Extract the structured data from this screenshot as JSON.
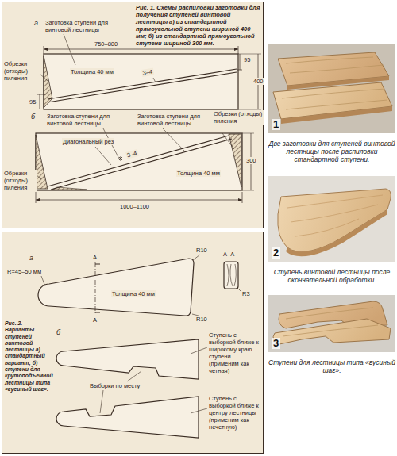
{
  "diagram": {
    "nodes": [
      {
        "text": [
          "Рис. 1. Схемы распиловки заготовки для получения ступеней винтовой лестницы а) из стандартной прямоугольной ступени шириной 400 мм; б) из стандартной прямоугольной ступени шириной 300 мм."
        ]
      },
      {
        "text": [
          "Рис. 2. Варианты ступеней винтовой лестницы а) стандартный вариант; б) ступени для крутоподъемной лестницы типа «гусиный шаг»."
        ]
      },
      {
        "text": [
          "1",
          "Две заготовки для ступеней винтовой лестницы после распиловки стандартной ступени."
        ]
      },
      {
        "text": [
          "2",
          "Ступень винтовой лестницы после окончательной обработки."
        ]
      },
      {
        "text": [
          "3",
          "Ступени для лестницы типа «гусиный шаг»."
        ]
      }
    ],
    "labels": [
      "а",
      "Заготовка ступени для винтовой лестницы",
      "750–800",
      "Обрезки (отходы) пиления",
      "Толщина 40 мм",
      "3–4",
      "95",
      "400",
      "95",
      "б",
      "Заготовка ступени для винтовой лестницы",
      "Диагональный рез",
      "Заготовка ступени для винтовой лестницы",
      "Обрезки (отходы) пиления",
      "3–4",
      "Толщина 40 мм",
      "300",
      "Обрезки (отходы) пиления",
      "1000–1100",
      "а",
      "R=45–50 мм",
      "R10",
      "R10",
      "Толщина 40 мм",
      "А",
      "А",
      "А–А",
      "R3",
      "б",
      "Ступень с выборкой ближе к широкому краю ступени (применим как четная)",
      "Выборки по месту",
      "Ступень с выборкой ближе к центру лестницы (применим как нечетную)"
    ]
  }
}
